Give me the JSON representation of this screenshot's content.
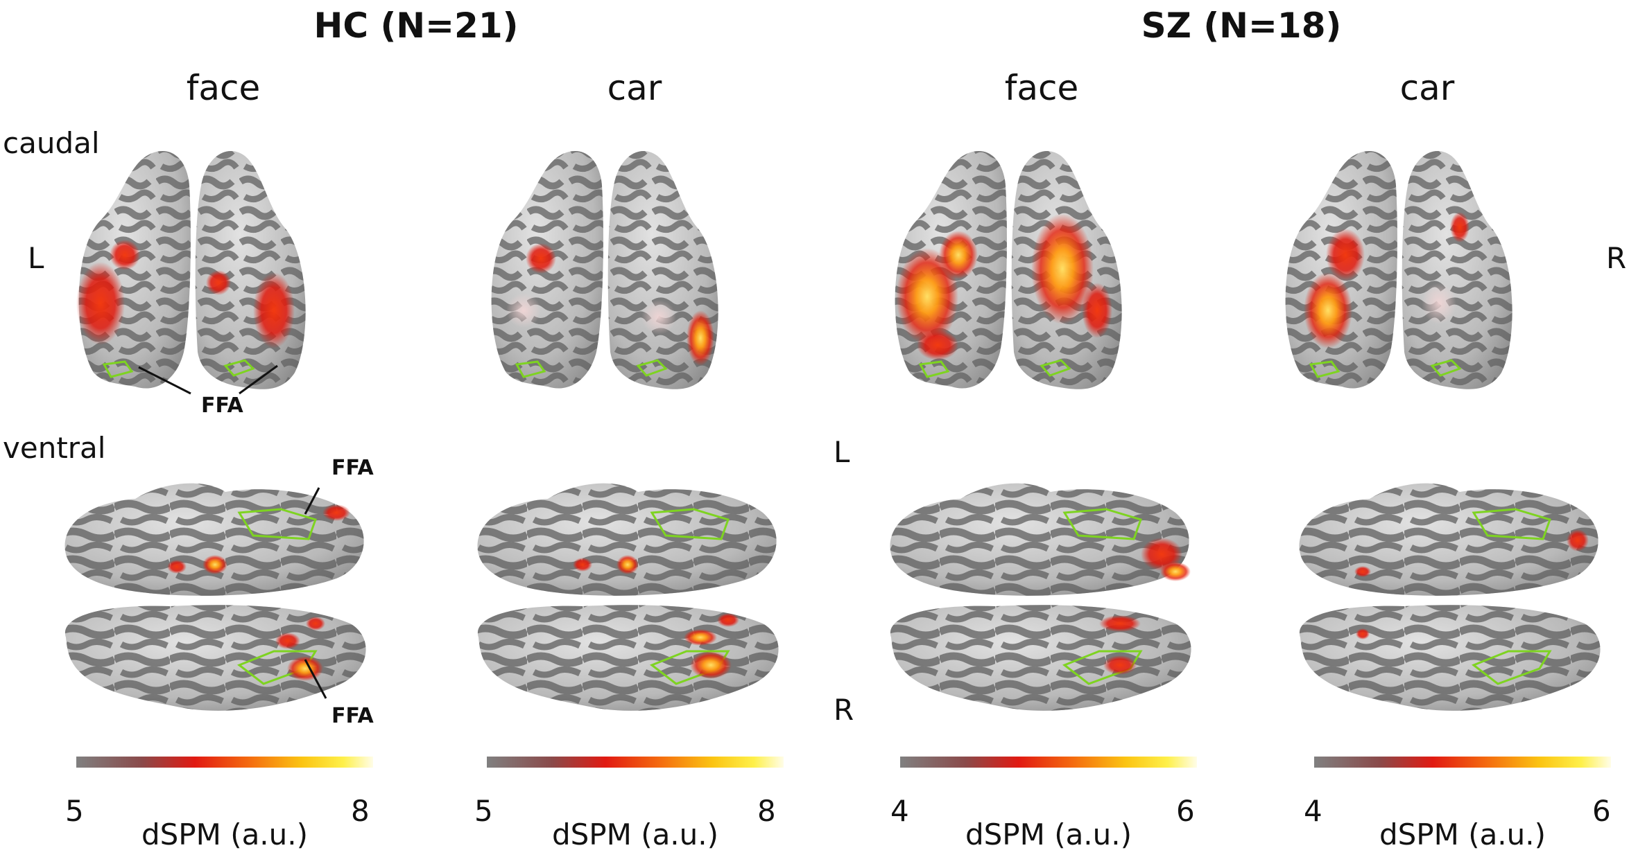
{
  "groups": [
    {
      "title": "HC (N=21)"
    },
    {
      "title": "SZ (N=18)"
    }
  ],
  "conditions": [
    "face",
    "car",
    "face",
    "car"
  ],
  "views": {
    "caudal": "caudal",
    "ventral": "ventral"
  },
  "hemisphere_labels": {
    "left_caudal": "L",
    "right_caudal": "R",
    "left_ventral": "L",
    "right_ventral": "R"
  },
  "annotations": {
    "ffa_caudal": "FFA",
    "ffa_ventral_top": "FFA",
    "ffa_ventral_bottom": "FFA"
  },
  "colorbars": [
    {
      "min": "5",
      "max": "8",
      "label": "dSPM (a.u.)"
    },
    {
      "min": "5",
      "max": "8",
      "label": "dSPM (a.u.)"
    },
    {
      "min": "4",
      "max": "6",
      "label": "dSPM (a.u.)"
    },
    {
      "min": "4",
      "max": "6",
      "label": "dSPM (a.u.)"
    }
  ],
  "colors": {
    "brain_light": "#c9c9c9",
    "brain_dark": "#5e5e5e",
    "roi_outline": "#7ed321",
    "activation_red": "#e8190f",
    "activation_yellow": "#ffd23a"
  }
}
